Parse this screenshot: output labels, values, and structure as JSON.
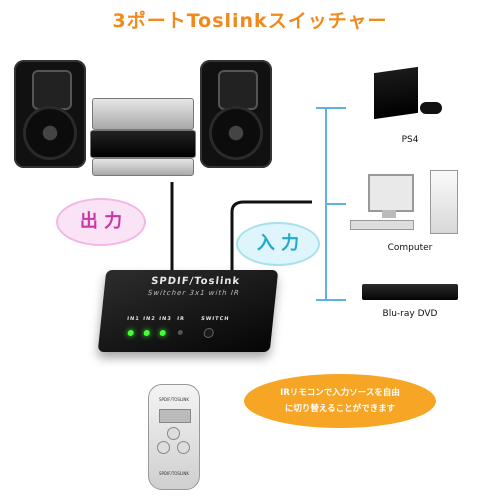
{
  "title": "3ポートToslinkスイッチャー",
  "bubbles": {
    "output": "出 力",
    "input": "入 力"
  },
  "devices": [
    {
      "label": "PS4",
      "icon": "ps4-console-icon"
    },
    {
      "label": "Computer",
      "icon": "desktop-computer-icon"
    },
    {
      "label": "Blu-ray DVD",
      "icon": "bluray-player-icon"
    }
  ],
  "switcher": {
    "brand": "SPDIF/Toslink",
    "subtitle": "Switcher 3x1 with IR",
    "port_labels": [
      "IN1",
      "IN2",
      "IN3",
      "IR"
    ],
    "switch_label": "SWITCH"
  },
  "remote": {
    "top_text": "SPDIF/TOSLINK",
    "bottom_text": "SPDIF/TOSLINK"
  },
  "callout": {
    "line1": "IRリモコンで入力ソースを自由",
    "line2": "に切り替えることができます"
  },
  "colors": {
    "title": "#f08a1c",
    "bracket": "#5ab3e2",
    "led": "#45ff3a",
    "callout": "#f6a524"
  }
}
